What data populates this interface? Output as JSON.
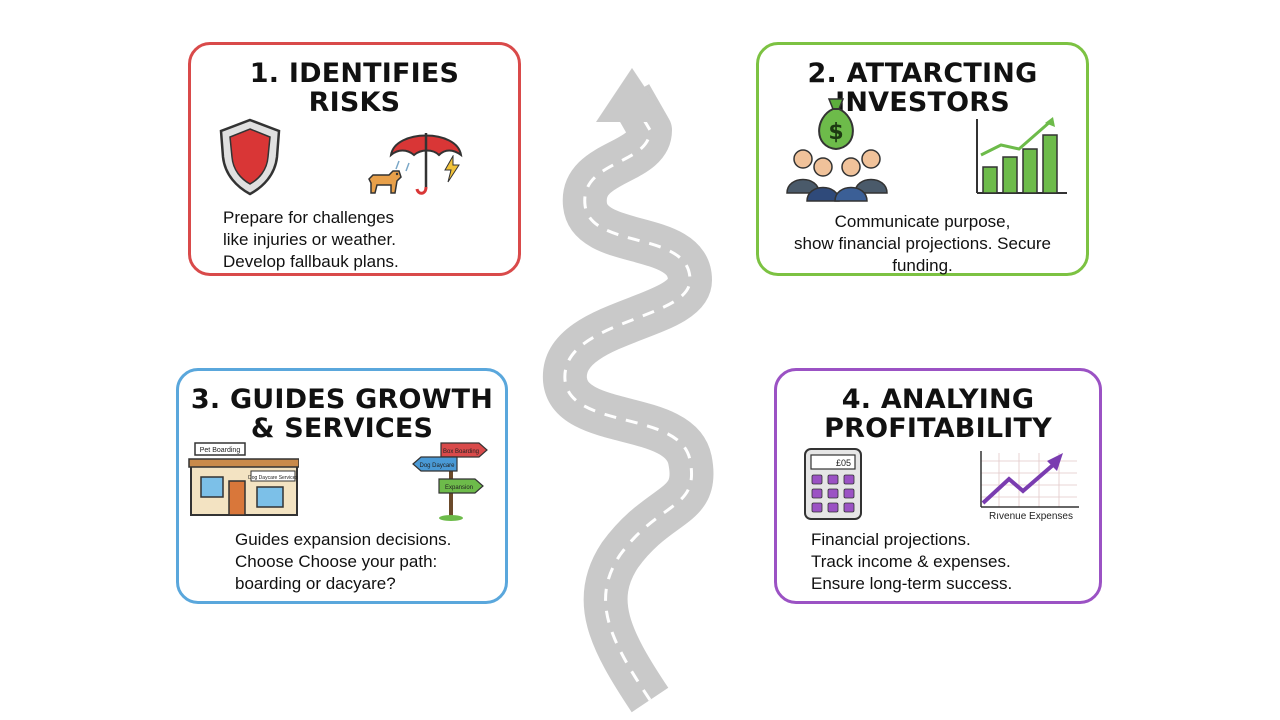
{
  "colors": {
    "card1_border": "#d94a4a",
    "card2_border": "#7cc242",
    "card3_border": "#5aa7dc",
    "card4_border": "#9b52c4",
    "road": "#c9c9c9",
    "road_dash": "#ffffff"
  },
  "cards": [
    {
      "title_lines": [
        "1. IDENTIFIES",
        "RISKS"
      ],
      "body_lines": [
        "Prepare for challenges",
        "like injuries or weather.",
        "Develop fallbauk plans."
      ],
      "icons": [
        "shield-icon",
        "umbrella-icon",
        "dog-icon",
        "lightning-icon"
      ]
    },
    {
      "title_lines": [
        "2. ATTARCTING",
        "INVESTORS"
      ],
      "body_lines": [
        "Communicate purpose,",
        "show financial projections. Secure",
        "funding."
      ],
      "icons": [
        "money-bag-icon",
        "investors-group-icon",
        "bar-chart-growth-icon"
      ],
      "money_symbol": "$"
    },
    {
      "title_lines": [
        "3. GUIDES GROWTH",
        "& SERVICES"
      ],
      "body_lines": [
        "Guides expansion decisions.",
        "Choose Choose your path:",
        "boarding or dacyare?"
      ],
      "icons": [
        "storefront-icon",
        "signpost-icon"
      ],
      "store_sign_top": "Pet Boarding",
      "store_sign_front": "Dog Daycare Services",
      "sign_labels": [
        "Box Boarding",
        "Dog Daycare",
        "Expansion"
      ]
    },
    {
      "title_lines": [
        "4. ANALYING",
        "PROFITABILITY"
      ],
      "body_lines": [
        "Financial projections.",
        "Track income & expenses.",
        "Ensure long-term success."
      ],
      "icons": [
        "calculator-icon",
        "line-chart-icon"
      ],
      "calc_display": "£05",
      "chart_caption": "Rıvenue Expenses"
    }
  ]
}
